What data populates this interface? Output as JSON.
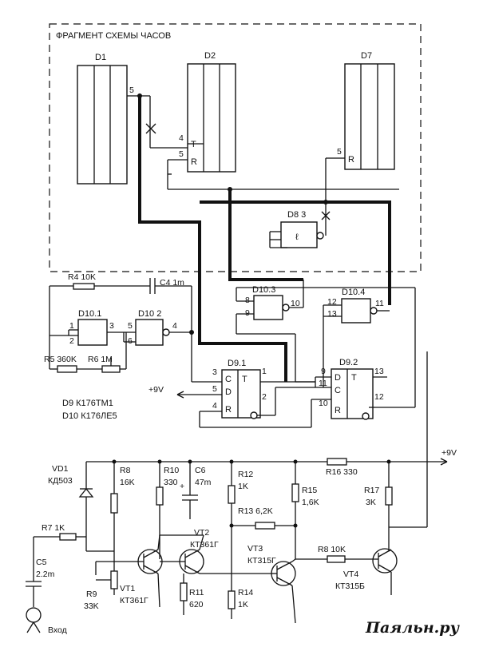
{
  "fragment_title": "ФРАГМЕНТ СХЕМЫ ЧАСОВ",
  "chips": {
    "d1": "D1",
    "d2": "D2",
    "d7": "D7",
    "d8": "D8 3",
    "d10_1": "D10.1",
    "d10_2": "D10 2",
    "d10_3": "D10.3",
    "d10_4": "D10.4",
    "d9_1": "D9.1",
    "d9_2": "D9.2"
  },
  "pins": {
    "d1_5": "5",
    "d2_4": "4",
    "d2_5": "5",
    "d2_t": "T",
    "d2_r": "R",
    "d7_5": "5",
    "d7_r": "R",
    "d8_sym": "ℓ",
    "d10_1_1": "1",
    "d10_1_2": "2",
    "d10_1_3": "3",
    "d10_2_5": "5",
    "d10_2_6": "6",
    "d10_2_4": "4",
    "d10_3_8": "8",
    "d10_3_9": "9",
    "d10_3_10": "10",
    "d10_4_12": "12",
    "d10_4_13": "13",
    "d10_4_11": "11",
    "d9_1_3": "3",
    "d9_1_5": "5",
    "d9_1_4": "4",
    "d9_1_1": "1",
    "d9_1_2": "2",
    "d9_1_c": "C",
    "d9_1_d": "D",
    "d9_1_r": "R",
    "d9_1_t": "T",
    "d9_2_9": "9",
    "d9_2_11": "11",
    "d9_2_10": "10",
    "d9_2_13": "13",
    "d9_2_12": "12",
    "d9_2_d": "D",
    "d9_2_c": "C",
    "d9_2_r": "R",
    "d9_2_t": "T"
  },
  "components": {
    "r4": "R4 10K",
    "c4": "C4 1m",
    "r5": "R5 360K",
    "r6": "R6 1M",
    "vd1_name": "VD1",
    "vd1_type": "КД503",
    "r8": "R8",
    "r8_val": "16K",
    "r10": "R10",
    "r10_val": "330",
    "c6": "C6",
    "c6_val": "47m",
    "r12": "R12",
    "r12_val": "1K",
    "r16": "R16 330",
    "r15": "R15",
    "r15_val": "1,6K",
    "r17": "R17",
    "r17_val": "3K",
    "r13": "R13 6,2K",
    "r7": "R7 1K",
    "c5": "C5",
    "c5_val": "2.2m",
    "vt2": "VT2",
    "vt2_type": "КТ361Г",
    "vt3": "VT3",
    "vt3_type": "КТ315Г",
    "r8b": "R8 10K",
    "vt4": "VT4",
    "vt4_type": "КТ315Б",
    "vt1": "VT1",
    "vt1_type": "КТ361Г",
    "r9": "R9",
    "r9_val": "33K",
    "r11": "R11",
    "r11_val": "620",
    "r14": "R14",
    "r14_val": "1K",
    "input": "Вход"
  },
  "power": {
    "plus9_left": "+9V",
    "plus9_right": "+9V"
  },
  "legend": {
    "d9": "D9  К176ТМ1",
    "d10": "D10  К176ЛЕ5"
  },
  "watermark": "Паяльн.ру"
}
